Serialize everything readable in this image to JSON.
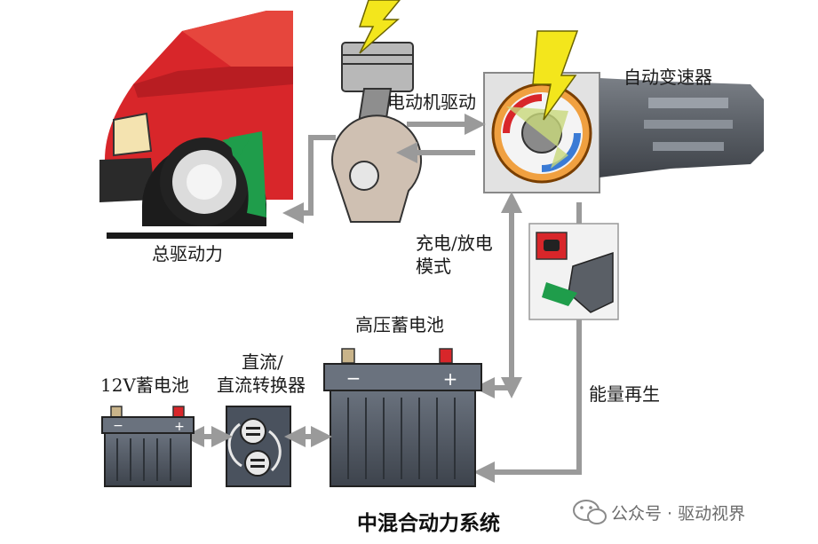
{
  "labels": {
    "motor_drive": "电动机驱动",
    "auto_transmission": "自动变速器",
    "total_drive_power": "总驱动力",
    "charge_discharge_line1": "充电/放电",
    "charge_discharge_line2": "模式",
    "high_voltage_battery": "高压蓄电池",
    "battery_12v": "12V蓄电池",
    "dcdc_line1": "直流/",
    "dcdc_line2": "直流转换器",
    "energy_regen": "能量再生"
  },
  "title": "中混合动力系统",
  "watermark": {
    "text": "公众号 · 驱动视界"
  },
  "battery_terminals": {
    "minus": "−",
    "plus": "+"
  },
  "colors": {
    "car_red": "#d8262a",
    "green_arrow": "#1f9d4b",
    "arrow_gray": "#9a9a9a",
    "battery_dark": "#4a525e",
    "lightning_yellow": "#f3e61c",
    "text": "#1a1a1a"
  }
}
